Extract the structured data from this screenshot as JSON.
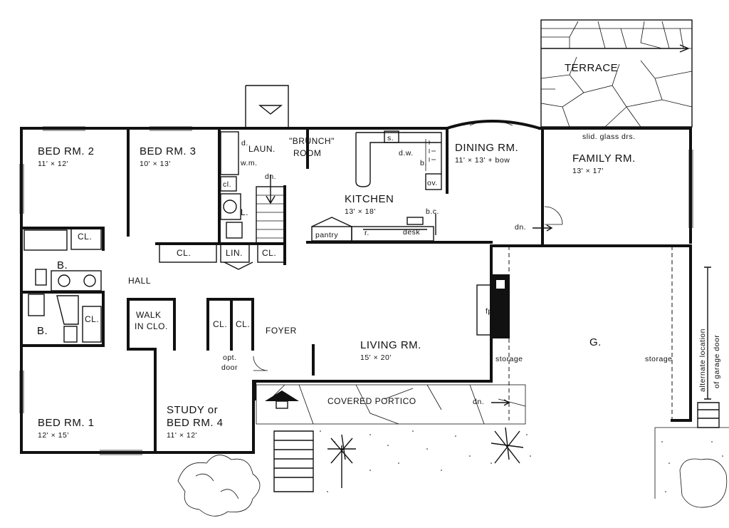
{
  "rooms": {
    "bed2": {
      "name": "BED RM. 2",
      "size": "11' × 12'"
    },
    "bed3": {
      "name": "BED RM. 3",
      "size": "10' × 13'"
    },
    "laun": "LAUN.",
    "brunch_1": "\"BRUNCH\"",
    "brunch_2": "ROOM",
    "kitchen": {
      "name": "KITCHEN",
      "size": "13' × 18'"
    },
    "dining": {
      "name": "DINING RM.",
      "size": "11' × 13' + bow"
    },
    "family": {
      "name": "FAMILY RM.",
      "size": "13' × 17'"
    },
    "terrace": "TERRACE",
    "hall": "HALL",
    "walk_1": "WALK",
    "walk_2": "IN CLO.",
    "foyer": "FOYER",
    "living": {
      "name": "LIVING RM.",
      "size": "15' × 20'"
    },
    "garage": "G.",
    "bed1": {
      "name": "BED RM. 1",
      "size": "12' × 15'"
    },
    "study_1": "STUDY or",
    "study_2": "BED RM. 4",
    "study_size": "11' × 12'",
    "portico": "COVERED  PORTICO"
  },
  "labels": {
    "d": "d.",
    "wm": "w.m.",
    "dn": "dn.",
    "cl": "cl.",
    "L": "L.",
    "s": "s.",
    "dw": "d.w.",
    "b": "b.",
    "ov": "ov.",
    "pantry": "pantry",
    "r": "r.",
    "desk": "desk",
    "bc": "b.c.",
    "slid": "slid. glass drs.",
    "CL": "CL.",
    "LIN": "LIN.",
    "B": "B.",
    "fp": "fp.",
    "storage": "storage",
    "opt_1": "opt.",
    "opt_2": "door",
    "alt_1": "alternate location",
    "alt_2": "of garage door"
  }
}
